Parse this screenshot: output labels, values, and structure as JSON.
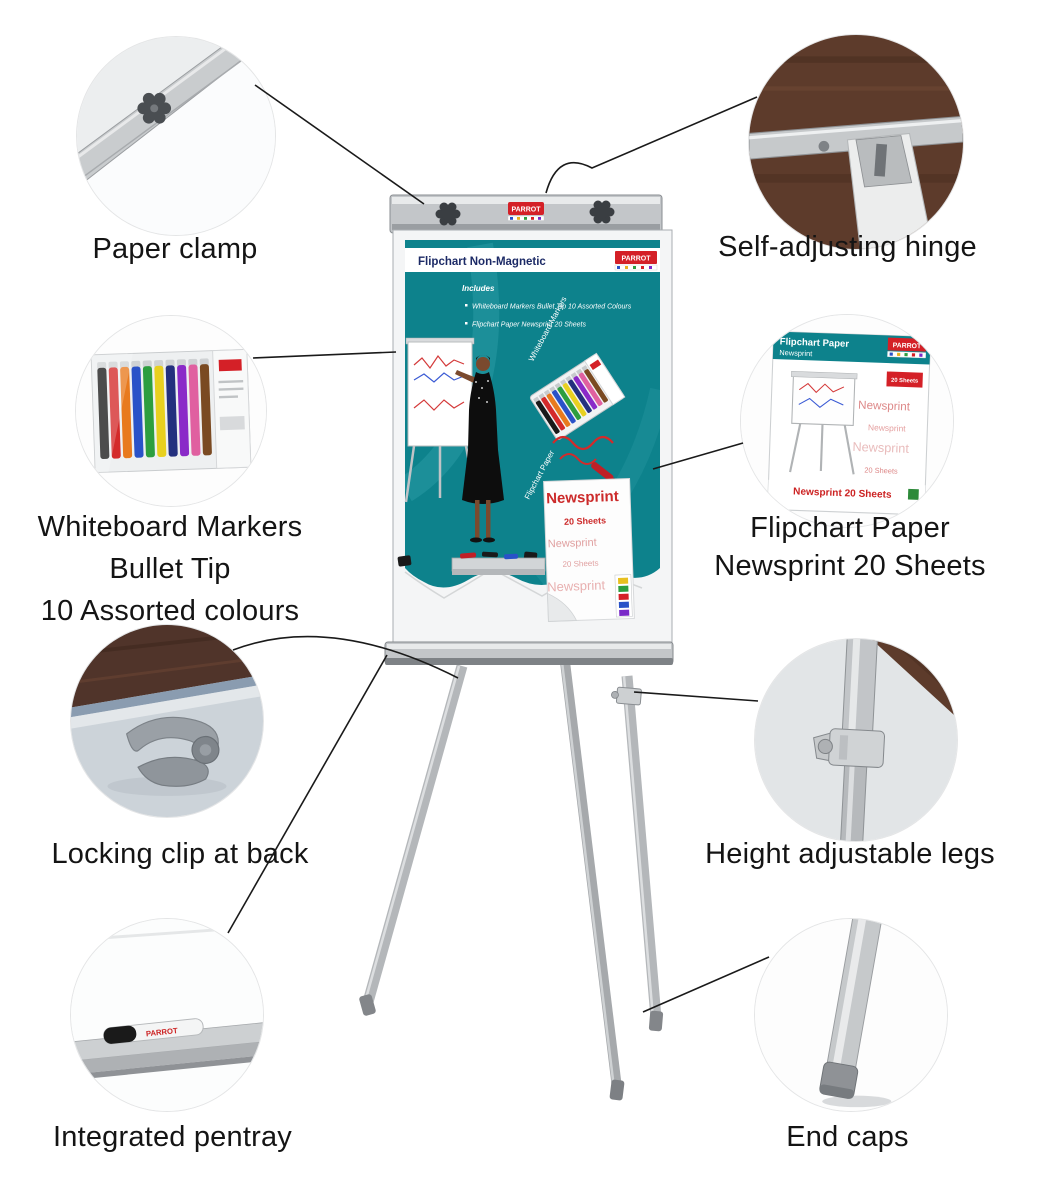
{
  "colors": {
    "brand_red": "#d42027",
    "teal": "#0d828c",
    "label_text": "#141414"
  },
  "callouts": {
    "paper_clamp": {
      "label": "Paper clamp"
    },
    "hinge": {
      "label": "Self-adjusting hinge"
    },
    "markers": {
      "lines": [
        "Whiteboard Markers",
        "Bullet Tip",
        "10 Assorted colours"
      ]
    },
    "paper": {
      "lines": [
        "Flipchart Paper",
        "Newsprint 20 Sheets"
      ]
    },
    "locking_clip": {
      "label": "Locking clip at back"
    },
    "legs": {
      "label": "Height adjustable legs"
    },
    "pentray": {
      "label": "Integrated pentray"
    },
    "end_caps": {
      "label": "End caps"
    }
  },
  "easel": {
    "brand": "PARROT",
    "poster": {
      "title": "Flipchart Non-Magnetic",
      "includes_heading": "Includes",
      "includes": [
        "Whiteboard Markers Bullet Tip 10 Assorted Colours",
        "Flipchart Paper Newsprint 20 Sheets"
      ],
      "rotated_markers_label": "Whiteboard Markers",
      "rotated_paper_label": "Flipchart Paper",
      "sheet_word": "Newsprint",
      "sheet_count": "20 Sheets"
    }
  },
  "paper_pack": {
    "header": "Flipchart Paper",
    "sub": "Newsprint",
    "brand": "PARROT",
    "tag": "20 Sheets",
    "banner": "Newsprint 20 Sheets",
    "texture_word": "Newsprint"
  },
  "pentray_marker_text": "PARROT",
  "marker_colors": [
    "#1a1a1a",
    "#d42a2a",
    "#e87a1e",
    "#2a52c8",
    "#2d9e3f",
    "#e8d020",
    "#23307e",
    "#8a2ac8",
    "#e060a0",
    "#7a4a22"
  ]
}
